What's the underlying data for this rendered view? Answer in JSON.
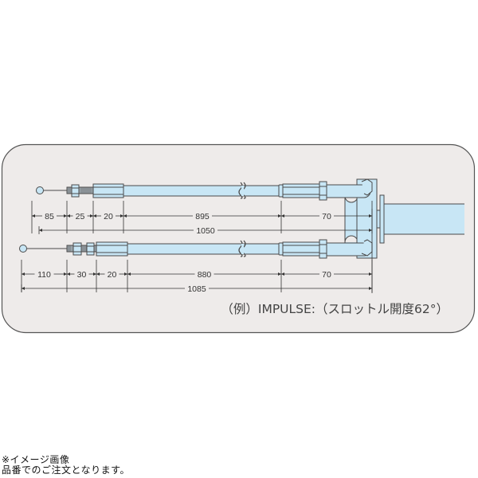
{
  "colors": {
    "panel_bg": "#EEEBEA",
    "panel_border": "#555555",
    "cable_fill": "#C8E6F5",
    "stroke": "#4a4a4a",
    "dim_line": "#333333"
  },
  "caption": "（例）IMPULSE:（スロットル開度62°）",
  "notes": {
    "line1": "※イメージ画像",
    "line2": "品番でのご注文となります。"
  },
  "cables": [
    {
      "name": "upper-cable",
      "segments": [
        {
          "label": "85",
          "from": 40,
          "to": 84
        },
        {
          "label": "25",
          "from": 84,
          "to": 117
        },
        {
          "label": "20",
          "from": 117,
          "to": 155
        },
        {
          "label": "895",
          "from": 155,
          "to": 353
        },
        {
          "label": "70",
          "from": 353,
          "to": 467
        }
      ],
      "total": {
        "label": "1050",
        "from": 49,
        "to": 467
      }
    },
    {
      "name": "lower-cable",
      "segments": [
        {
          "label": "110",
          "from": 27,
          "to": 84
        },
        {
          "label": "30",
          "from": 84,
          "to": 121
        },
        {
          "label": "20",
          "from": 121,
          "to": 160
        },
        {
          "label": "880",
          "from": 160,
          "to": 353
        },
        {
          "label": "70",
          "from": 353,
          "to": 467
        }
      ],
      "total": {
        "label": "1085",
        "from": 27,
        "to": 467
      }
    }
  ]
}
